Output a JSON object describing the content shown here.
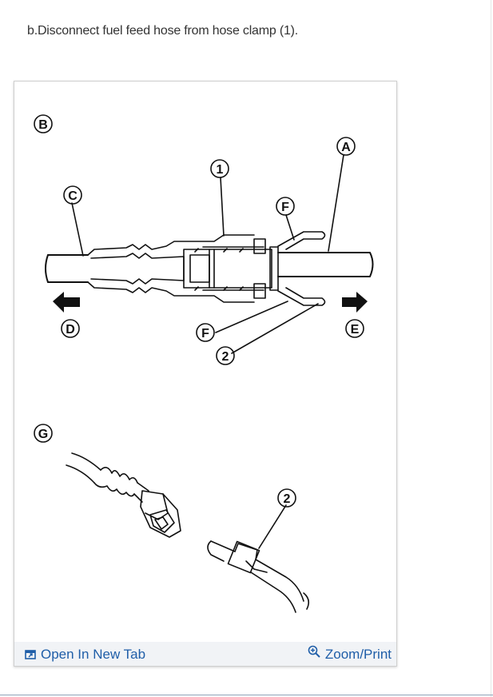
{
  "instruction": {
    "text": "b.Disconnect fuel feed hose from hose clamp (1)."
  },
  "diagram": {
    "labels": {
      "B": "B",
      "A": "A",
      "C": "C",
      "one": "1",
      "F_top": "F",
      "F_bottom": "F",
      "D": "D",
      "E": "E",
      "two_top": "2",
      "G": "G",
      "two_bottom": "2"
    }
  },
  "footer": {
    "open_label": "Open In New Tab",
    "zoom_label": "Zoom/Print"
  },
  "colors": {
    "link": "#1f5ea8",
    "footer_bg": "#f1f3f6",
    "text": "#333333"
  },
  "icons": {
    "open": "external-tab-icon",
    "zoom": "zoom-in-icon"
  }
}
